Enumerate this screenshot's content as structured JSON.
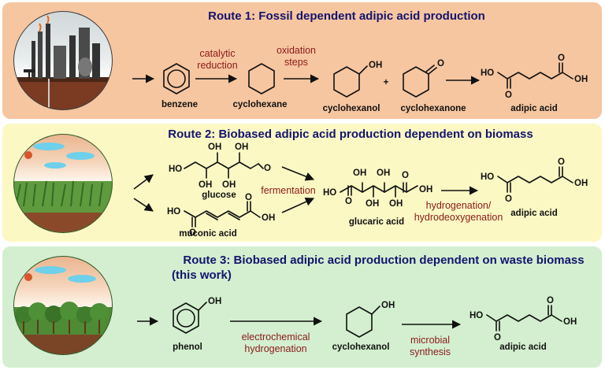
{
  "route1": {
    "title": "Route 1: Fossil dependent adipic acid production",
    "step1": [
      "catalytic",
      "reduction"
    ],
    "step2": [
      "oxidation",
      "steps"
    ],
    "benzene": "benzene",
    "cyclohexane": "cyclohexane",
    "cyclohexanol": "cyclohexanol",
    "plus": "+",
    "cyclohexanone": "cyclohexanone",
    "adipic": "adipic acid"
  },
  "route2": {
    "title": "Route 2: Biobased adipic acid production dependent on biomass",
    "glucose": "glucose",
    "muconic": "muconic acid",
    "fermentation": "fermentation",
    "glucaric": "glucaric acid",
    "step_h": [
      "hydrogenation/",
      "hydrodeoxygenation"
    ],
    "adipic": "adipic acid"
  },
  "route3": {
    "title1": "Route 3: Biobased adipic acid production dependent on waste biomass",
    "title2": "(this work)",
    "phenol": "phenol",
    "step_e": [
      "electrochemical",
      "hydrogenation"
    ],
    "cyclohexanol": "cyclohexanol",
    "step_m": [
      "microbial",
      "synthesis"
    ],
    "adipic": "adipic acid"
  },
  "atoms": {
    "OH": "OH",
    "HO": "HO",
    "O": "O"
  },
  "colors": {
    "route1_bg": "#f6c6a0",
    "route2_bg": "#fbf8c4",
    "route3_bg": "#d3efcf",
    "title": "#14146e",
    "step_text": "#8b1a1a"
  }
}
